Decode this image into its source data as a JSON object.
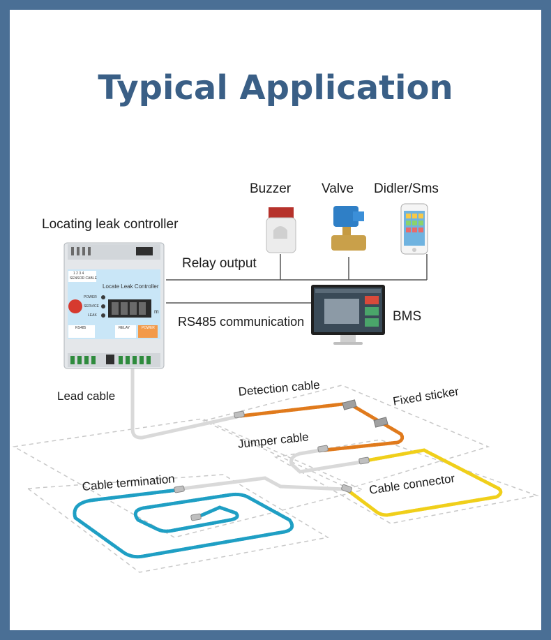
{
  "title": "Typical Application",
  "labels": {
    "controller": "Locating leak controller",
    "buzzer": "Buzzer",
    "valve": "Valve",
    "didler": "Didler/Sms",
    "relay_output": "Relay output",
    "rs485": "RS485 communication",
    "bms": "BMS",
    "lead_cable": "Lead cable",
    "detection_cable": "Detection cable",
    "fixed_sticker": "Fixed sticker",
    "jumper_cable": "Jumper cable",
    "cable_termination": "Cable termination",
    "cable_connector": "Cable connector"
  },
  "device": {
    "top_label": "SENSOR CABLE",
    "terminal_numbers": "1  2  3  4",
    "panel_title": "Locate  Leak Controller",
    "led_power": "POWER",
    "led_service": "SERVICE",
    "led_leak": "LEAK",
    "unit": "m",
    "rs485_label": "RS485",
    "relay_label": "RELAY",
    "power_label": "POWER"
  },
  "colors": {
    "frame": "#4a6f95",
    "title": "#3a5f86",
    "detection_cable": "#e07a1c",
    "connector_cable": "#f0cf1a",
    "termination_cable": "#1f9fc4",
    "wire": "#555555"
  }
}
